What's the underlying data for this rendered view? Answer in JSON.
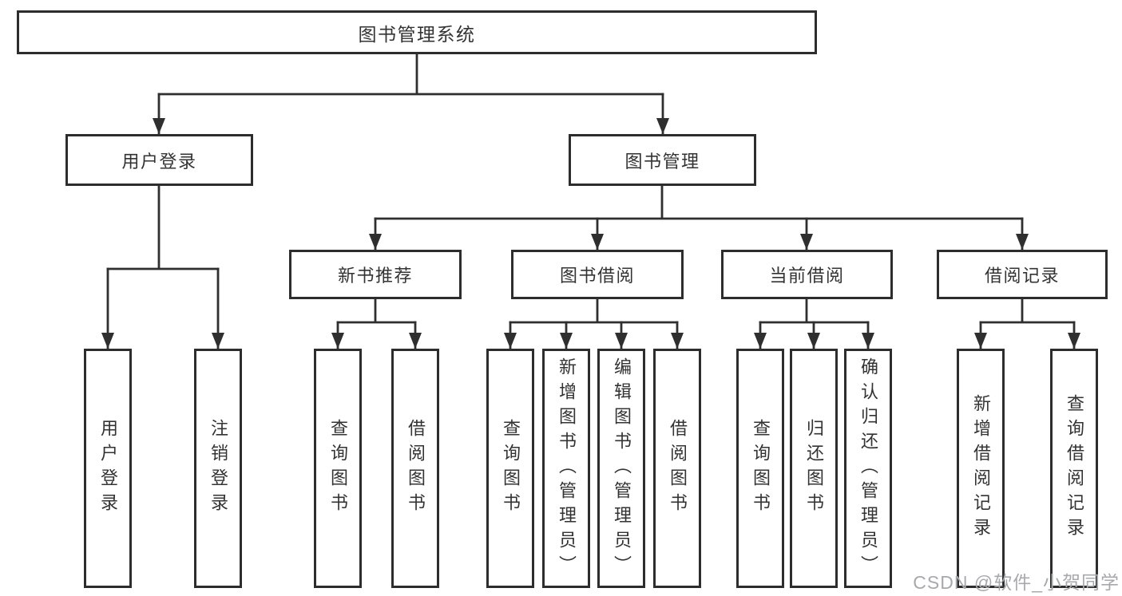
{
  "diagram": {
    "tree": {
      "label": "图书管理系统",
      "children": [
        {
          "label": "用户登录",
          "children": [
            {
              "label": "用户登录"
            },
            {
              "label": "注销登录"
            }
          ]
        },
        {
          "label": "图书管理",
          "children": [
            {
              "label": "新书推荐",
              "children": [
                {
                  "label": "查询图书"
                },
                {
                  "label": "借阅图书"
                }
              ]
            },
            {
              "label": "图书借阅",
              "children": [
                {
                  "label": "查询图书"
                },
                {
                  "label": "新增图书（管理员）"
                },
                {
                  "label": "编辑图书（管理员）"
                },
                {
                  "label": "借阅图书"
                }
              ]
            },
            {
              "label": "当前借阅",
              "children": [
                {
                  "label": "查询图书"
                },
                {
                  "label": "归还图书"
                },
                {
                  "label": "确认归还（管理员）"
                }
              ]
            },
            {
              "label": "借阅记录",
              "children": [
                {
                  "label": "新增借阅记录"
                },
                {
                  "label": "查询借阅记录"
                }
              ]
            }
          ]
        }
      ]
    }
  },
  "watermark": {
    "text": "CSDN @软件_小贺同学"
  },
  "colors": {
    "line": "#2f2f2f",
    "box_border": "#2d2d2d",
    "text": "#333333",
    "background": "#ffffff",
    "watermark": "#a8a9ad"
  }
}
